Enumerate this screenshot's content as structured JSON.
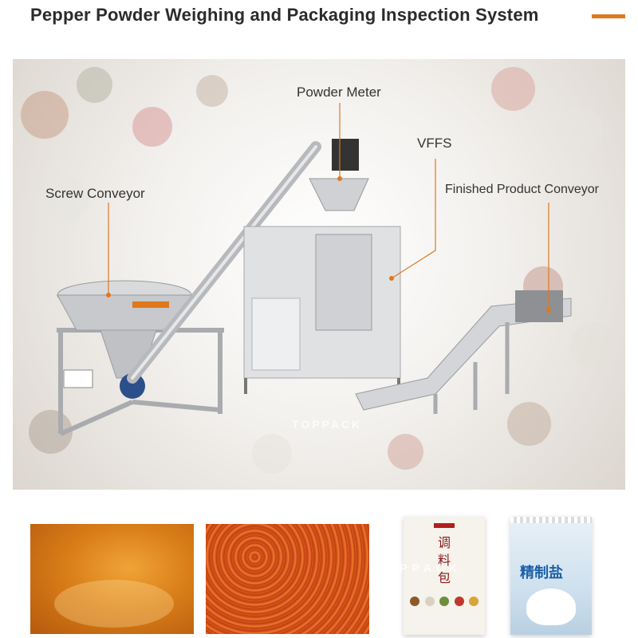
{
  "header": {
    "title": "Pepper Powder Weighing and Packaging Inspection System",
    "accent_color": "#e0781c"
  },
  "callouts": {
    "powder_meter": "Powder Meter",
    "vffs": "VFFS",
    "screw_conveyor": "Screw Conveyor",
    "finished_conveyor": "Finished Product Conveyor"
  },
  "hopper_label": "Screw Conveyor",
  "watermark": "TOPPACK",
  "packages": {
    "package1_text": "调料包",
    "package2_text": "精制盐"
  }
}
